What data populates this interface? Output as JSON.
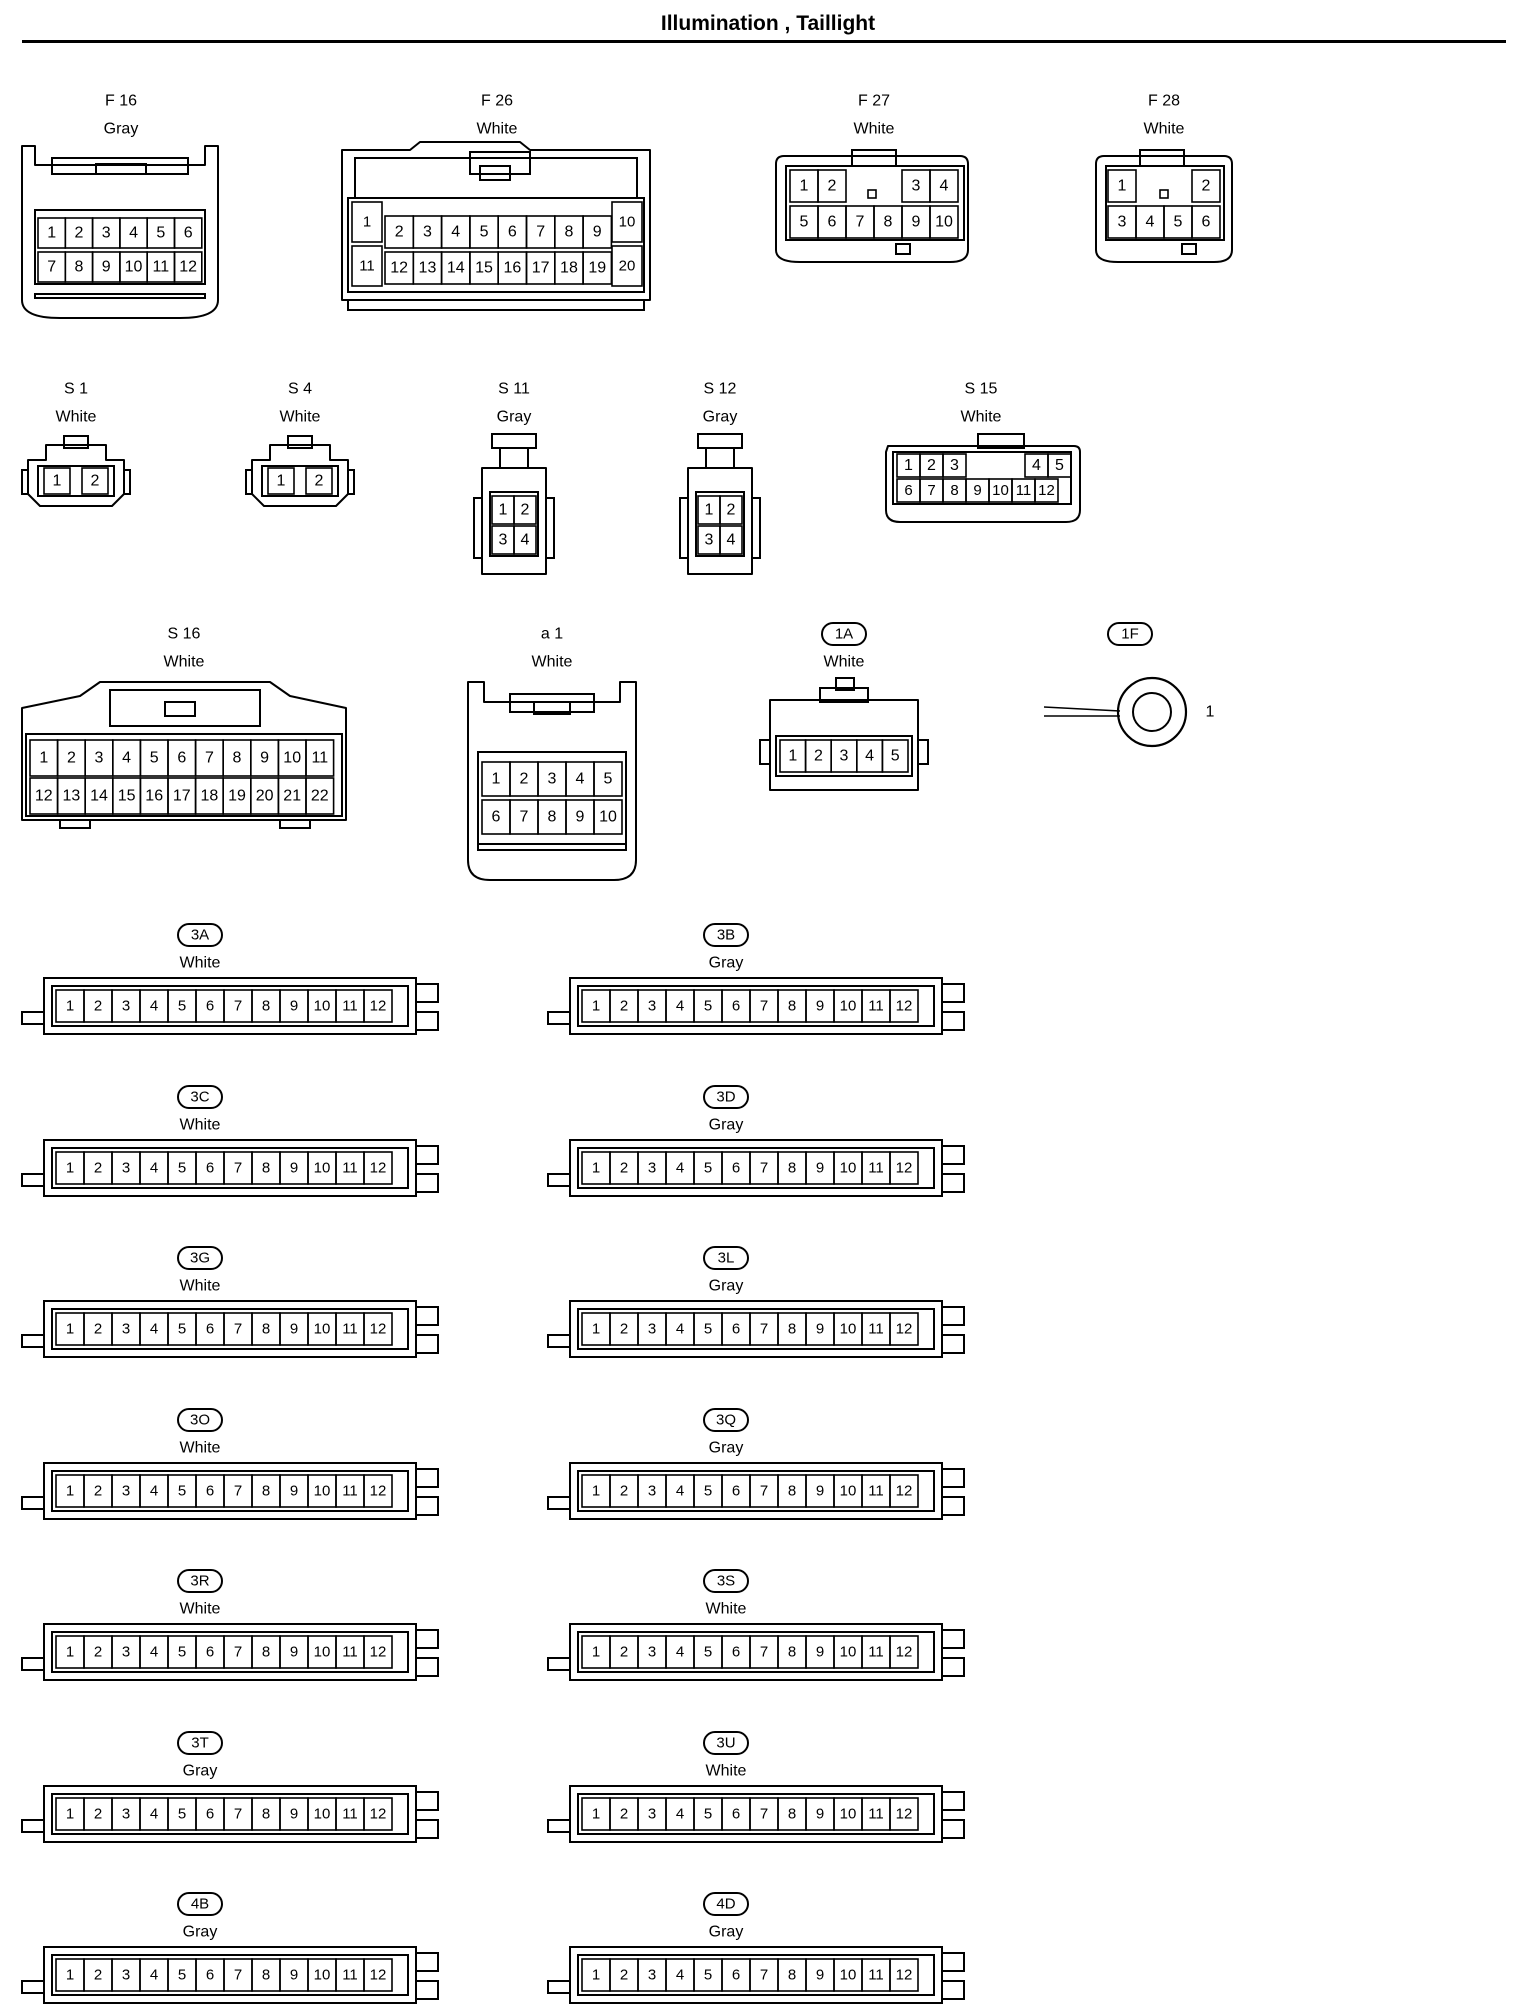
{
  "title": "Illumination , Taillight",
  "connectors": [
    {
      "id": "F16",
      "name": "F 16",
      "color": "Gray",
      "badge": false
    },
    {
      "id": "F26",
      "name": "F 26",
      "color": "White",
      "badge": false
    },
    {
      "id": "F27",
      "name": "F 27",
      "color": "White",
      "badge": false
    },
    {
      "id": "F28",
      "name": "F 28",
      "color": "White",
      "badge": false
    },
    {
      "id": "S1",
      "name": "S 1",
      "color": "White",
      "badge": false
    },
    {
      "id": "S4",
      "name": "S 4",
      "color": "White",
      "badge": false
    },
    {
      "id": "S11",
      "name": "S 11",
      "color": "Gray",
      "badge": false
    },
    {
      "id": "S12",
      "name": "S 12",
      "color": "Gray",
      "badge": false
    },
    {
      "id": "S15",
      "name": "S 15",
      "color": "White",
      "badge": false
    },
    {
      "id": "S16",
      "name": "S 16",
      "color": "White",
      "badge": false
    },
    {
      "id": "a1",
      "name": "a 1",
      "color": "White",
      "badge": false
    },
    {
      "id": "1A",
      "name": "1A",
      "color": "White",
      "badge": true
    },
    {
      "id": "1F",
      "name": "1F",
      "color": "",
      "badge": true,
      "terminal_label": "1"
    },
    {
      "id": "3A",
      "name": "3A",
      "color": "White",
      "badge": true
    },
    {
      "id": "3B",
      "name": "3B",
      "color": "Gray",
      "badge": true
    },
    {
      "id": "3C",
      "name": "3C",
      "color": "White",
      "badge": true
    },
    {
      "id": "3D",
      "name": "3D",
      "color": "Gray",
      "badge": true
    },
    {
      "id": "3G",
      "name": "3G",
      "color": "White",
      "badge": true
    },
    {
      "id": "3L",
      "name": "3L",
      "color": "Gray",
      "badge": true
    },
    {
      "id": "3O",
      "name": "3O",
      "color": "White",
      "badge": true
    },
    {
      "id": "3Q",
      "name": "3Q",
      "color": "Gray",
      "badge": true
    },
    {
      "id": "3R",
      "name": "3R",
      "color": "White",
      "badge": true
    },
    {
      "id": "3S",
      "name": "3S",
      "color": "White",
      "badge": true
    },
    {
      "id": "3T",
      "name": "3T",
      "color": "Gray",
      "badge": true
    },
    {
      "id": "3U",
      "name": "3U",
      "color": "White",
      "badge": true
    },
    {
      "id": "4B",
      "name": "4B",
      "color": "Gray",
      "badge": true
    },
    {
      "id": "4D",
      "name": "4D",
      "color": "Gray",
      "badge": true
    }
  ]
}
